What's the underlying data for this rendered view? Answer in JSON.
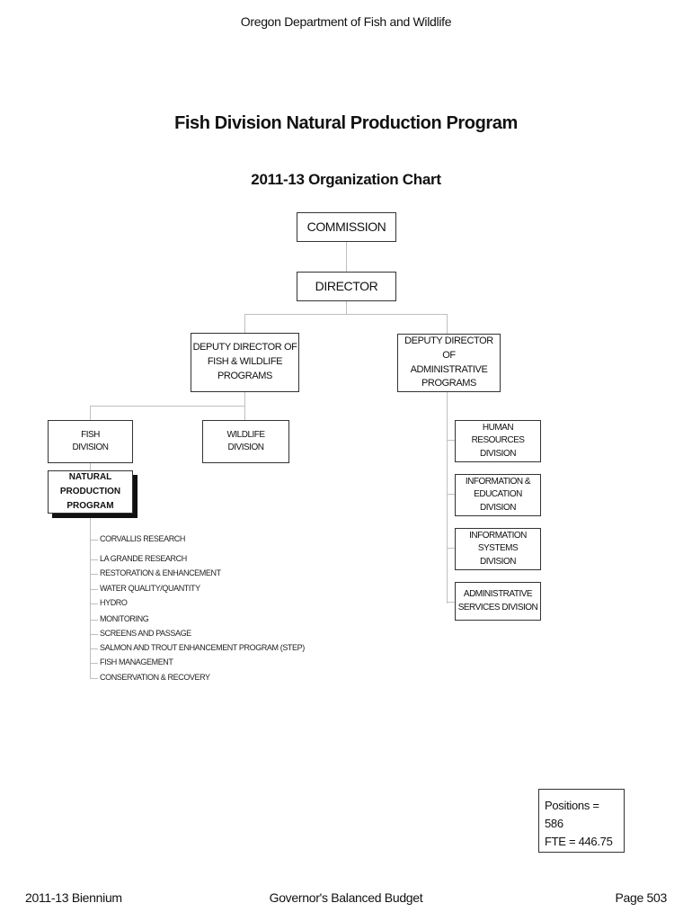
{
  "header": {
    "agency": "Oregon Department of Fish and Wildlife"
  },
  "title": "Fish Division Natural Production Program",
  "subtitle": "2011-13 Organization Chart",
  "org": {
    "commission": "COMMISSION",
    "director": "DIRECTOR",
    "deputy_fw": "DEPUTY DIRECTOR OF\nFISH & WILDLIFE\nPROGRAMS",
    "deputy_admin": "DEPUTY DIRECTOR OF\nADMINISTRATIVE\nPROGRAMS",
    "fish_division": "FISH\nDIVISION",
    "wildlife_division": "WILDLIFE\nDIVISION",
    "natural_production": "NATURAL\nPRODUCTION\nPROGRAM",
    "human_resources": "HUMAN RESOURCES\nDIVISION",
    "info_education": "INFORMATION &\nEDUCATION DIVISION",
    "info_systems": "INFORMATION SYSTEMS\nDIVISION",
    "admin_services": "ADMINISTRATIVE\nSERVICES DIVISION"
  },
  "program_items": [
    "CORVALLIS RESEARCH",
    "LA GRANDE RESEARCH",
    "RESTORATION & ENHANCEMENT",
    "WATER QUALITY/QUANTITY",
    "HYDRO",
    "MONITORING",
    "SCREENS AND PASSAGE",
    "SALMON AND TROUT ENHANCEMENT PROGRAM (STEP)",
    "FISH MANAGEMENT",
    "CONSERVATION & RECOVERY"
  ],
  "stats": {
    "positions": "Positions = 586",
    "fte": "FTE = 446.75"
  },
  "footer": {
    "left": "2011-13 Biennium",
    "center": "Governor's Balanced Budget",
    "right": "Page 503"
  }
}
